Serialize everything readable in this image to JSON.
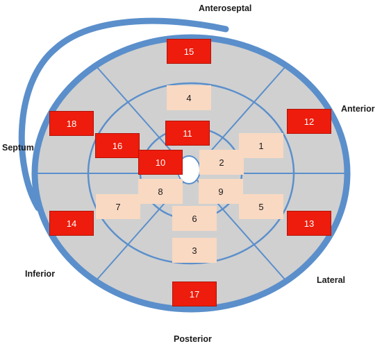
{
  "labels": {
    "anteroseptal": "Anteroseptal",
    "anterior": "Anterior",
    "septum": "Septum",
    "inferior": "Inferior",
    "lateral": "Lateral",
    "posterior": "Posterior"
  },
  "segments": {
    "s1": "1",
    "s2": "2",
    "s3": "3",
    "s4": "4",
    "s5": "5",
    "s6": "6",
    "s7": "7",
    "s8": "8",
    "s9": "9",
    "s10": "10",
    "s11": "11",
    "s12": "12",
    "s13": "13",
    "s14": "14",
    "s15": "15",
    "s16": "16",
    "s17": "17",
    "s18": "18"
  },
  "colors": {
    "ring": "#5b8fcb",
    "fill": "#d0d0d0",
    "severe": "#ee1c0c",
    "mild": "#f9d9c2"
  }
}
